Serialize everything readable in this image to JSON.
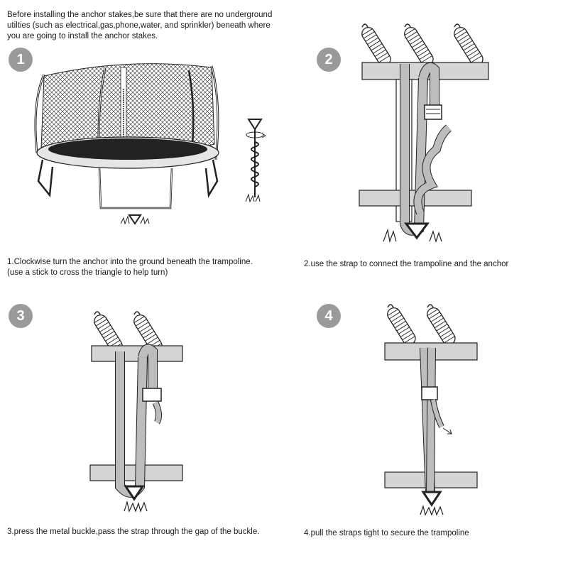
{
  "intro": "Before installing the anchor stakes,be sure that there are no underground utilties (such as electrical,gas,phone,water, and sprinkler) beneath where you are going to install the anchor stakes.",
  "steps": [
    {
      "number": "1",
      "caption_line1": "1.Clockwise turn the anchor into the ground beneath the trampoline.",
      "caption_line2": "(use a stick to cross the triangle to help turn)"
    },
    {
      "number": "2",
      "caption_line1": "2.use the strap to connect the trampoline and the anchor"
    },
    {
      "number": "3",
      "caption_line1": "3.press the metal buckle,pass the strap through the gap of the buckle."
    },
    {
      "number": "4",
      "caption_line1": "4.pull the straps tight to secure the trampoline"
    }
  ],
  "colors": {
    "badge": "#9a9a9a",
    "strap": "#bdbdbd",
    "frame": "#d4d4d4",
    "line": "#1a1a1a"
  }
}
